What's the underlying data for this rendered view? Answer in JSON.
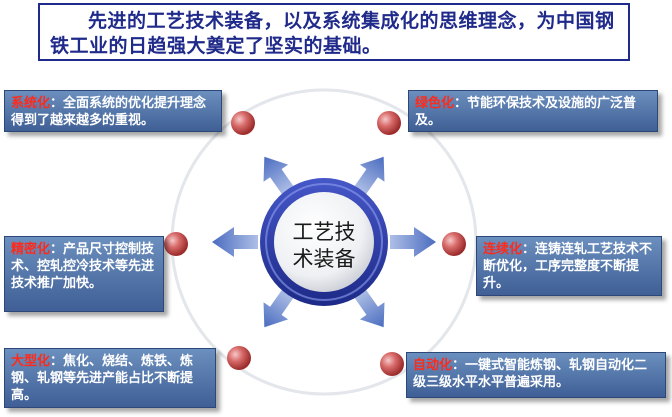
{
  "banner": {
    "text": "先进的工艺技术装备，以及系统集成化的思维理念，为中国钢铁工业的日趋强大奠定了坚实的基础。"
  },
  "center": {
    "line1": "工艺技",
    "line2": "术装备"
  },
  "items": [
    {
      "id": "xitonghua",
      "keyword": "系统化",
      "text": "：全面系统的优化提升理念得到了越来越多的重视。"
    },
    {
      "id": "lvsehua",
      "keyword": "绿色化",
      "text": "：节能环保技术及设施的广泛普及。"
    },
    {
      "id": "jingmihua",
      "keyword": "精密化",
      "text": "：产品尺寸控制技术、控轧控冷技术等先进技术推广加快。"
    },
    {
      "id": "lianxuhua",
      "keyword": "连续化",
      "text": "：连铸连轧工艺技术不断优化，工序完整度不断提升。"
    },
    {
      "id": "daxinghua",
      "keyword": "大型化",
      "text": "：焦化、烧结、炼铁、炼钢、轧钢等先进产能占比不断提高。"
    },
    {
      "id": "zidonghua",
      "keyword": "自动化",
      "text": "：一键式智能炼钢、轧钢自动化二级三级水平水平普遍采用。"
    }
  ],
  "colors": {
    "banner_text": "#1f2a8a",
    "keyword": "#ff2a1a",
    "box_fill": "#4f71a6",
    "arrow": "#6f8fcf",
    "ring": "#2d3fae"
  }
}
